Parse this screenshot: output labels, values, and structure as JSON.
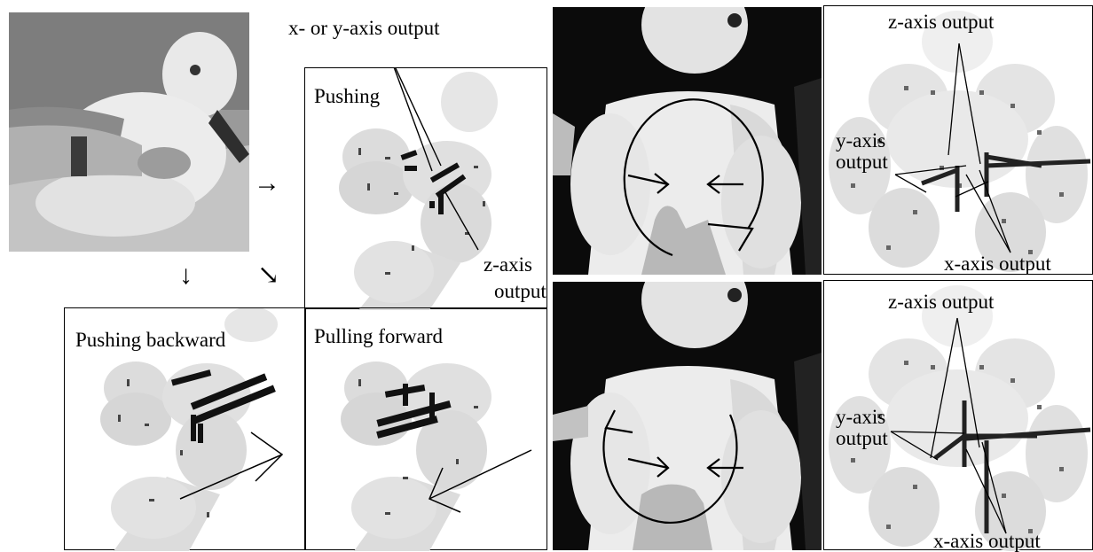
{
  "figure": {
    "labels": {
      "pushing": "Pushing",
      "pushing_backward": "Pushing backward",
      "pulling_forward": "Pulling forward",
      "xy_axis_output": "x- or y-axis output",
      "z_axis_output_line1": "z-axis",
      "z_axis_output_line2": "output",
      "z_axis_output": "z-axis output",
      "y_axis_output_line1": "y-axis",
      "y_axis_output_line2": "output",
      "x_axis_output": "x-axis output"
    },
    "arrows": {
      "right": "→",
      "down": "↓",
      "diag": "↘"
    }
  }
}
